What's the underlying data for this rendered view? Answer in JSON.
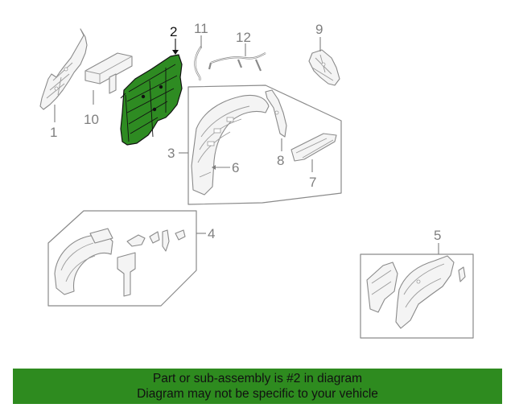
{
  "diagram": {
    "highlighted_part": "2",
    "highlight_color": "#2e8b22",
    "callouts": {
      "c1": "1",
      "c2": "2",
      "c3": "3",
      "c4": "4",
      "c5": "5",
      "c6": "6",
      "c7": "7",
      "c8": "8",
      "c9": "9",
      "c10": "10",
      "c11": "11",
      "c12": "12"
    }
  },
  "banner": {
    "background": "#2e8b1f",
    "line1": "Part or sub-assembly is #2 in diagram",
    "line2": "Diagram may not be specific to your vehicle"
  }
}
